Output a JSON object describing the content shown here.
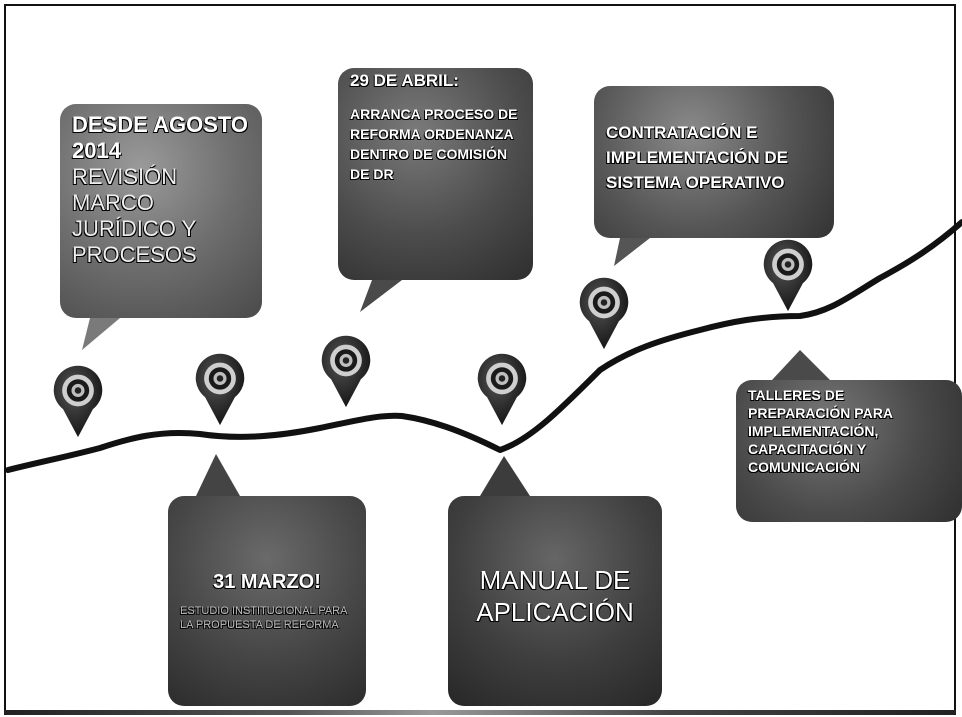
{
  "colors": {
    "line": "#111111",
    "pin_outer": "#1a1a1a",
    "pin_ring": "#d8d8d8",
    "box_dark": "#3a3a3a"
  },
  "milestones": {
    "desde_agosto": {
      "title": "DESDE AGOSTO 2014",
      "body": "REVISIÓN MARCO JURÍDICO Y PROCESOS"
    },
    "abril": {
      "title": "29 DE ABRIL:",
      "body": "ARRANCA PROCESO DE REFORMA ORDENANZA DENTRO DE COMISIÓN DE DR"
    },
    "contratacion": {
      "title": "CONTRATACIÓN E IMPLEMENTACIÓN DE SISTEMA OPERATIVO"
    },
    "marzo": {
      "title": "31 MARZO!",
      "body": "ESTUDIO INSTITUCIONAL PARA LA PROPUESTA DE REFORMA"
    },
    "manual": {
      "title": "MANUAL DE APLICACIÓN"
    },
    "talleres": {
      "title": "TALLERES DE PREPARACIÓN PARA IMPLEMENTACIÓN, CAPACITACIÓN Y COMUNICACIÓN"
    }
  },
  "pins": [
    {
      "icon": "target-pin-icon"
    },
    {
      "icon": "target-pin-icon"
    },
    {
      "icon": "target-pin-icon"
    },
    {
      "icon": "target-pin-icon"
    },
    {
      "icon": "target-pin-icon"
    },
    {
      "icon": "target-pin-icon"
    }
  ]
}
